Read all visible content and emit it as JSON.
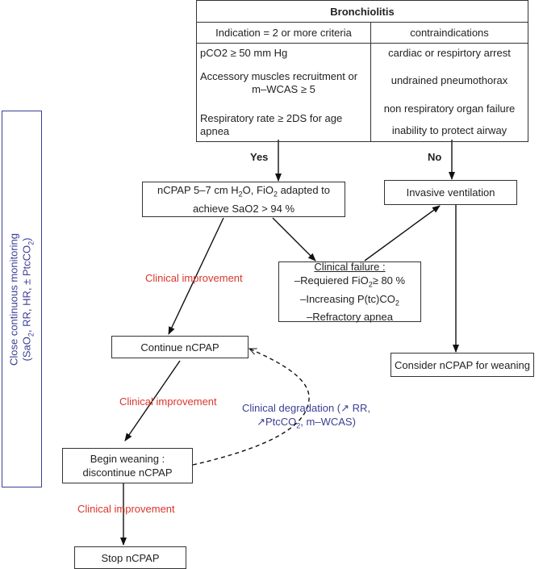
{
  "table": {
    "title": "Bronchiolitis",
    "indication_header": "Indication = 2 or more criteria",
    "contra_header": "contraindications",
    "indications": [
      "pCO2 ≥ 50 mm Hg",
      "Accessory muscles recruitment or",
      "m–WCAS ≥ 5",
      "Respiratory rate ≥ 2DS for age",
      "apnea"
    ],
    "contraindications": [
      "cardiac or respirtory arrest",
      "undrained pneumothorax",
      "non respiratory organ failure",
      "inability to protect airway"
    ]
  },
  "labels": {
    "yes": "Yes",
    "no": "No"
  },
  "ncpap": {
    "l1a": "nCPAP 5–7 cm H",
    "l1b": "2",
    "l1c": "O, FiO",
    "l1d": "2",
    "l1e": " adapted to",
    "l2": "achieve SaO2 > 94 %"
  },
  "invasive": "Invasive ventilation",
  "failure": {
    "title": "Clinical failure :",
    "l1a": "–Requiered FiO",
    "l1b": "2",
    "l1c": "≥ 80 %",
    "l2a": "–Increasing P(tc)CO",
    "l2b": "2",
    "l3": "–Refractory apnea"
  },
  "continue": "Continue nCPAP",
  "consider": "Consider nCPAP for weaning",
  "weaning": {
    "l1": "Begin weaning :",
    "l2": "discontinue nCPAP"
  },
  "stop": "Stop nCPAP",
  "improvement": "Clinical improvement",
  "degradation": {
    "l1": "Clinical degradation (↗ RR,",
    "l2a": "↗PtcCO",
    "l2b": "2",
    "l2c": ", m–WCAS)"
  },
  "monitoring": {
    "l1": "Close continuous monitoring",
    "l2a": "(SaO",
    "l2b": "2",
    "l2c": ", RR, HR, ± PtcCO",
    "l2d": "2",
    "l2e": ")"
  },
  "colors": {
    "improvement": "#d9362c",
    "degradation": "#3b3f95",
    "monitoring_border": "#3b3f95"
  }
}
